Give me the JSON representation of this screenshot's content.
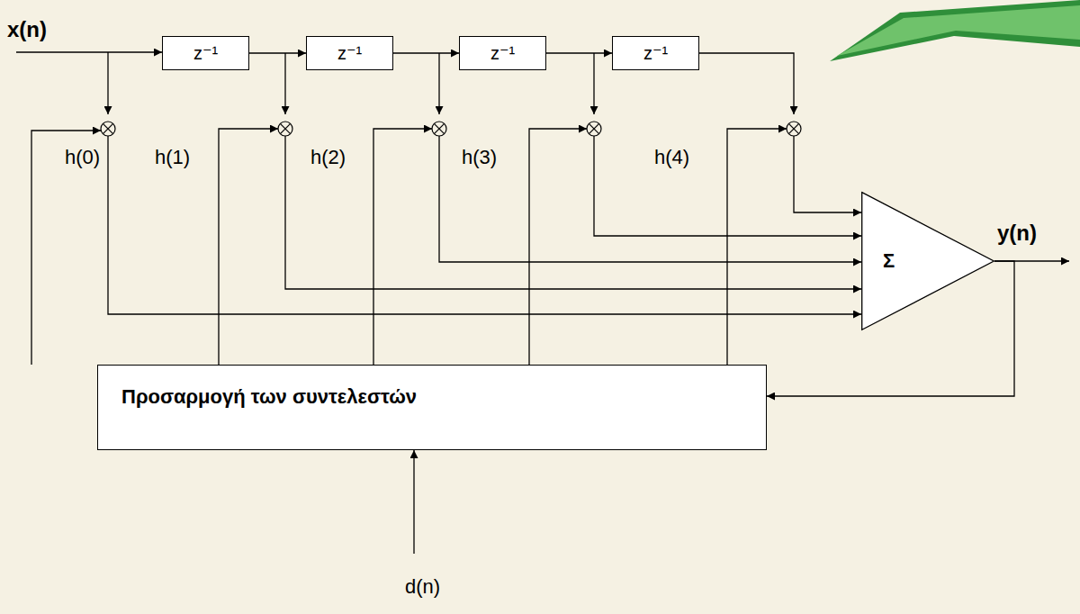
{
  "diagram": {
    "nodes": [
      {
        "text": [
          "z⁻¹"
        ]
      },
      {
        "text": [
          "z⁻¹"
        ]
      },
      {
        "text": [
          "z⁻¹"
        ]
      },
      {
        "text": [
          "z⁻¹"
        ]
      },
      {
        "text": [
          "Σ"
        ]
      },
      {
        "text": [
          "Προσαρμογή των συντελεστών"
        ]
      }
    ],
    "edges": [
      {
        "from": 0,
        "to": 1,
        "arrow": "to"
      },
      {
        "from": 1,
        "to": 2,
        "arrow": "to"
      },
      {
        "from": 2,
        "to": 3,
        "arrow": "to"
      },
      {
        "from": 4,
        "to": 5,
        "arrow": "to"
      }
    ],
    "labels": [
      "x(n)",
      "h(0)",
      "h(1)",
      "h(2)",
      "h(3)",
      "h(4)",
      "y(n)",
      "d(n)"
    ]
  }
}
